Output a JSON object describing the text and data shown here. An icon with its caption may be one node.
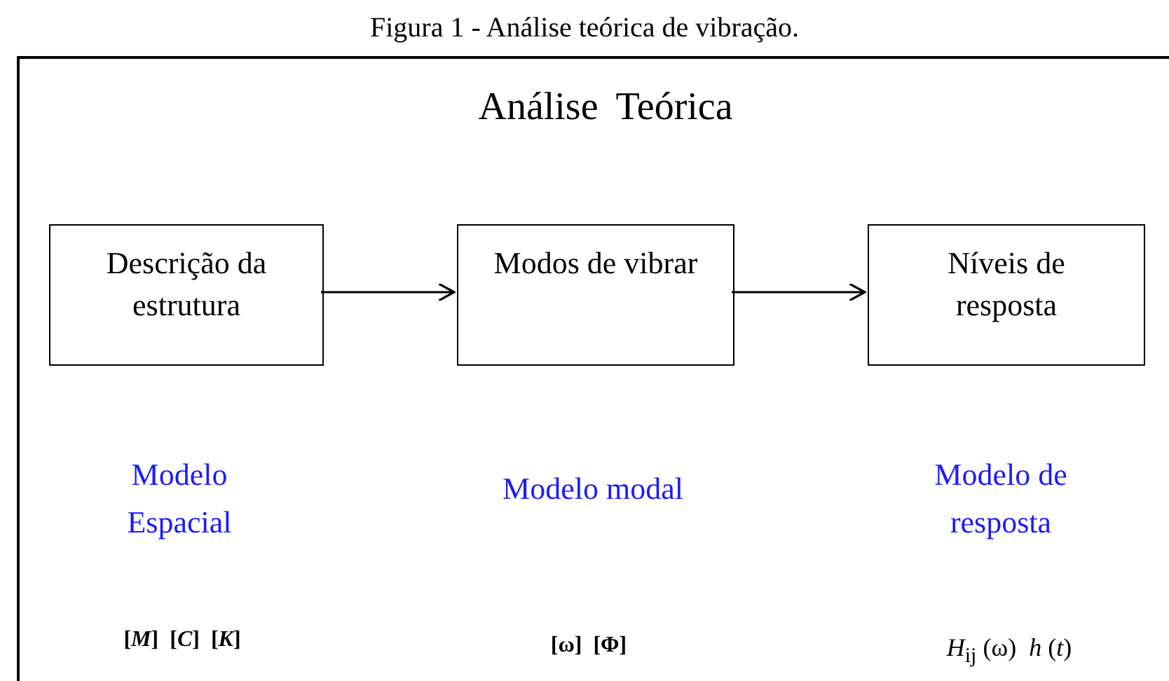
{
  "diagram": {
    "title": "Figura 1 - Análise teórica de vibração.",
    "nodes": [
      {
        "text": [
          "Análise Teórica"
        ]
      },
      {
        "text": [
          "Descrição da estrutura"
        ],
        "in": 0
      },
      {
        "text": [
          "Modos de vibrar"
        ],
        "in": 0
      },
      {
        "text": [
          "Níveis de resposta"
        ],
        "in": 0
      }
    ],
    "edges": [
      {
        "from": 1,
        "to": 2,
        "arrow": "to"
      },
      {
        "from": 2,
        "to": 3,
        "arrow": "to"
      }
    ],
    "labels": [
      "Modelo Espacial",
      "Modelo modal",
      "Modelo de resposta",
      "[*M*]  [*C*]  [*K*]",
      "[ω]  [Φ]",
      "*H*$_{ij}$ (ω)  *h* (*t*)"
    ]
  }
}
